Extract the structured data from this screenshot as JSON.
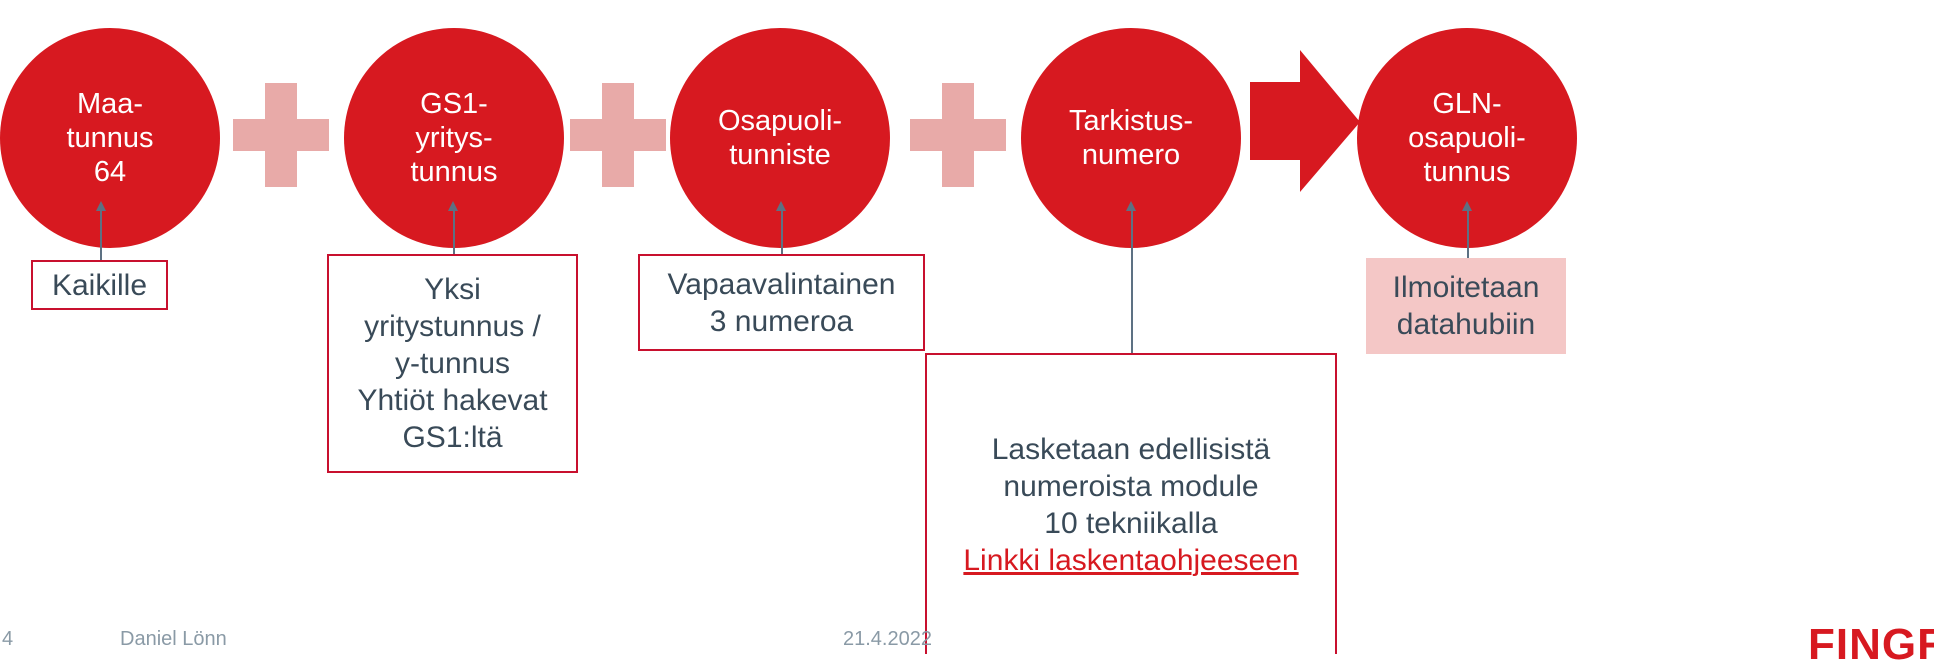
{
  "nodes": [
    {
      "label": "Maa-\ntunnus\n64"
    },
    {
      "label": "GS1-\nyritys-\ntunnus"
    },
    {
      "label": "Osapuoli-\ntunniste"
    },
    {
      "label": "Tarkistus-\nnumero"
    },
    {
      "label": "GLN-\nosapuoli-\ntunnus"
    }
  ],
  "notes": {
    "kaikille": "Kaikille",
    "yritystunnus": "Yksi\nyritystunnus /\ny-tunnus\nYhtiöt hakevat\nGS1:ltä",
    "vapaavalintainen": "Vapaavalintainen\n3 numeroa",
    "tarkistus_text": "Lasketaan edellisistä\nnumeroista module\n10 tekniikalla",
    "tarkistus_link": "Linkki laskentaohjeeseen",
    "datahubiin": "Ilmoitetaan\ndatahubiin"
  },
  "footer": {
    "page": "4",
    "author": "Daniel Lönn",
    "date": "21.4.2022",
    "logo": "FINGRID"
  },
  "colors": {
    "primary": "#d71920",
    "plus": "#e8aaa8",
    "pink": "#f4c7c6",
    "connector": "#5d7183"
  }
}
